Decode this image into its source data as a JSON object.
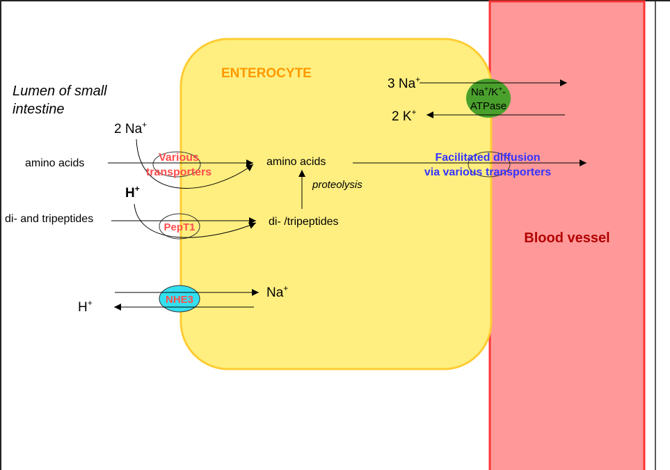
{
  "cell": {
    "title": "ENTEROCYTE",
    "fill": "#ffef80",
    "stroke": "#ffcc33",
    "title_color": "#ff9900"
  },
  "lumen": {
    "label_line1": "Lumen of small",
    "label_line2": "intestine"
  },
  "blood_vessel": {
    "label": "Blood vessel",
    "fill": "#ff9999",
    "stroke": "#ff3333",
    "label_color": "#b30000"
  },
  "molecules": {
    "two_na": "2 Na",
    "na_sup": "+",
    "amino_acids_lumen": "amino acids",
    "h_plus_bold": "H",
    "h_sup": "+",
    "peptides_lumen": "di- and tripeptides",
    "amino_acids_cell": "amino acids",
    "proteolysis": "proteolysis",
    "peptides_cell": "di- /tripeptides",
    "na_cell": "Na",
    "h_lumen": "H",
    "three_na": "3 Na",
    "two_k": "2 K"
  },
  "transporters": {
    "various_line1": "Various",
    "various_line2": "transporters",
    "various_color": "#ff4d4d",
    "pept1": "PepT1",
    "pept1_color": "#ff4d4d",
    "nhe3": "NHE3",
    "nhe3_fill": "#33e0f0",
    "nhe3_text_color": "#ff4d4d",
    "atpase_line1_a": "Na",
    "atpase_line1_b": "/K",
    "atpase_line1_c": "-",
    "atpase_line2": "ATPase",
    "atpase_fill": "#4aa02c",
    "facilitated_line1": "Facilitated diffusion",
    "facilitated_line2": "via various transporters",
    "facilitated_color": "#3333ff"
  }
}
